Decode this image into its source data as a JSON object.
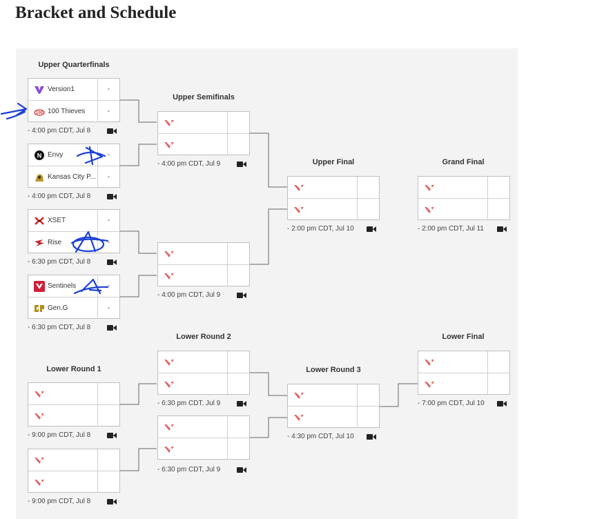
{
  "page": {
    "title": "Bracket and Schedule"
  },
  "rounds": {
    "upper_quarterfinals": "Upper Quarterfinals",
    "upper_semifinals": "Upper Semifinals",
    "upper_final": "Upper Final",
    "grand_final": "Grand Final",
    "lower_round_1": "Lower Round 1",
    "lower_round_2": "Lower Round 2",
    "lower_round_3": "Lower Round 3",
    "lower_final": "Lower Final"
  },
  "matches": {
    "uqf1": {
      "team1": "Version1",
      "team2": "100 Thieves",
      "score1": "-",
      "score2": "-",
      "time": "- 4:00 pm CDT, Jul 8"
    },
    "uqf2": {
      "team1": "Envy",
      "team2": "Kansas City P...",
      "score1": "-",
      "score2": "-",
      "time": "- 4:00 pm CDT, Jul 8"
    },
    "uqf3": {
      "team1": "XSET",
      "team2": "Rise",
      "score1": "-",
      "score2": "-",
      "time": "- 6:30 pm CDT, Jul 8"
    },
    "uqf4": {
      "team1": "Sentinels",
      "team2": "Gen.G",
      "score1": "-",
      "score2": "-",
      "time": "- 6:30 pm CDT, Jul 8"
    },
    "usf1": {
      "time": "- 4:00 pm CDT, Jul 9"
    },
    "usf2": {
      "time": "- 4:00 pm CDT, Jul 9"
    },
    "uf": {
      "time": "- 2:00 pm CDT, Jul 10"
    },
    "gf": {
      "time": "- 2:00 pm CDT, Jul 11"
    },
    "lr1a": {
      "time": "- 9:00 pm CDT, Jul 8"
    },
    "lr1b": {
      "time": "- 9:00 pm CDT, Jul 8"
    },
    "lr2a": {
      "time": "- 6:30 pm CDT, Jul 9"
    },
    "lr2b": {
      "time": "- 6:30 pm CDT, Jul 9"
    },
    "lr3": {
      "time": "- 4:30 pm CDT, Jul 10"
    },
    "lf": {
      "time": "- 7:00 pm CDT, Jul 10"
    }
  },
  "icons": {
    "tbd": "valorant-logo-icon",
    "stream": "video-camera-icon",
    "version1": "version1-logo-icon",
    "100thieves": "100-thieves-logo-icon",
    "envy": "envy-logo-icon",
    "kcp": "kansas-city-pioneers-logo-icon",
    "xset": "xset-logo-icon",
    "rise": "rise-logo-icon",
    "sentinels": "sentinels-logo-icon",
    "geng": "geng-logo-icon"
  },
  "colors": {
    "valorant_red": "#e06767",
    "annotation_blue": "#1a3fd6",
    "version1_purple": "#8a4bd8",
    "sentinels_red": "#d11f3a"
  }
}
